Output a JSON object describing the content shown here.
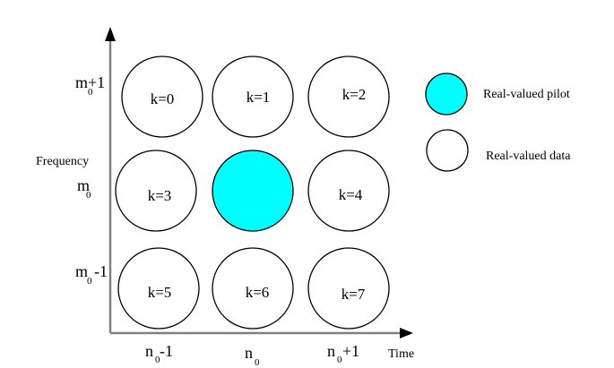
{
  "axes": {
    "y_label": "Frequency",
    "x_label": "Time",
    "y_ticks": [
      {
        "main": "m",
        "sub": "0",
        "suffix": "+1"
      },
      {
        "main": "m",
        "sub": "0",
        "suffix": ""
      },
      {
        "main": "m",
        "sub": "0",
        "suffix": "-1"
      }
    ],
    "x_ticks": [
      {
        "main": "n",
        "sub": "0",
        "suffix": "-1"
      },
      {
        "main": "n",
        "sub": "0",
        "suffix": ""
      },
      {
        "main": "n",
        "sub": "0",
        "suffix": "+1"
      }
    ]
  },
  "grid": {
    "rows": [
      [
        {
          "label": "k=0",
          "type": "data"
        },
        {
          "label": "k=1",
          "type": "data"
        },
        {
          "label": "k=2",
          "type": "data"
        }
      ],
      [
        {
          "label": "k=3",
          "type": "data"
        },
        {
          "label": "",
          "type": "pilot"
        },
        {
          "label": "k=4",
          "type": "data"
        }
      ],
      [
        {
          "label": "k=5",
          "type": "data"
        },
        {
          "label": "k=6",
          "type": "data"
        },
        {
          "label": "k=7",
          "type": "data"
        }
      ]
    ]
  },
  "legend": {
    "pilot": {
      "label": "Real-valued pilot",
      "color": "#00FFFF"
    },
    "data": {
      "label": "Real-valued data",
      "color": "#FFFFFF"
    }
  },
  "colors": {
    "pilot": "#00FFFF",
    "data": "#FFFFFF",
    "stroke": "#000000",
    "axis": "#808080"
  }
}
